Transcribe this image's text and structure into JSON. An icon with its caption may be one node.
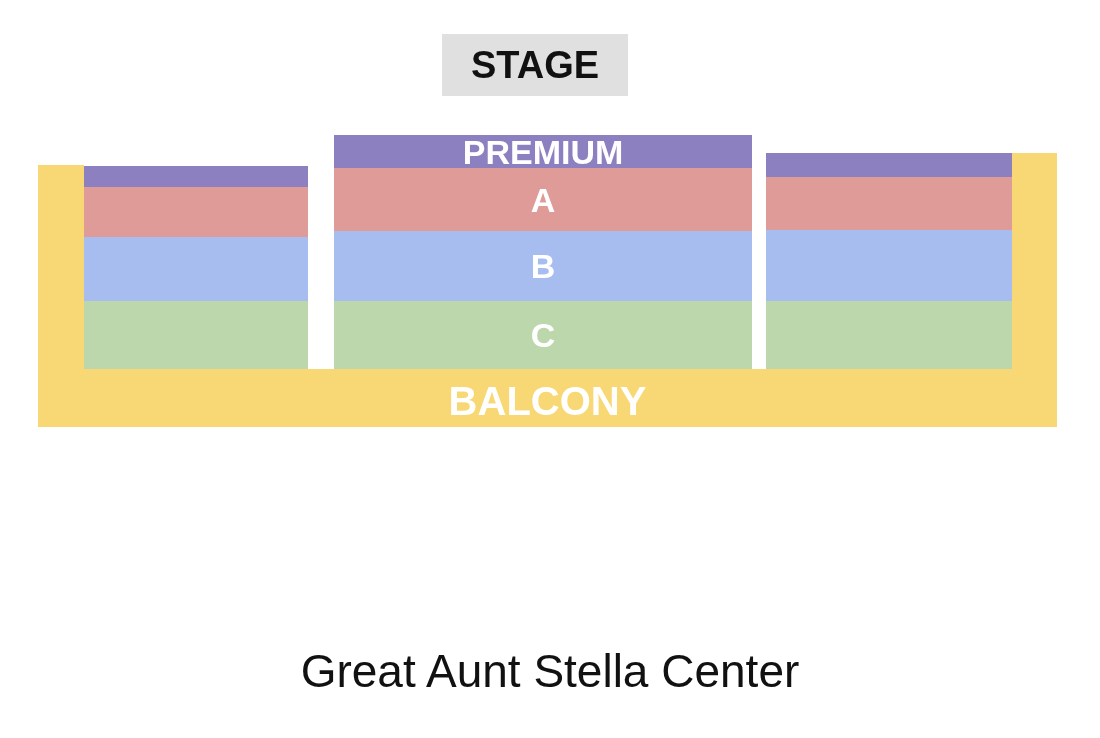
{
  "diagram": {
    "caption": "Great Aunt Stella Center",
    "nodes": [
      {
        "text": [
          "STAGE"
        ]
      },
      {
        "text": [
          "PREMIUM"
        ]
      },
      {
        "text": [
          "A"
        ]
      },
      {
        "text": [
          "B"
        ]
      },
      {
        "text": [
          "C"
        ]
      },
      {
        "text": [
          "BALCONY"
        ]
      },
      {
        "text": [],
        "shape": "box"
      },
      {
        "text": [],
        "shape": "box"
      },
      {
        "text": [],
        "shape": "box"
      },
      {
        "text": [],
        "shape": "box"
      },
      {
        "text": [],
        "shape": "box"
      },
      {
        "text": [],
        "shape": "box"
      },
      {
        "text": [],
        "shape": "box"
      },
      {
        "text": [],
        "shape": "box"
      }
    ]
  }
}
